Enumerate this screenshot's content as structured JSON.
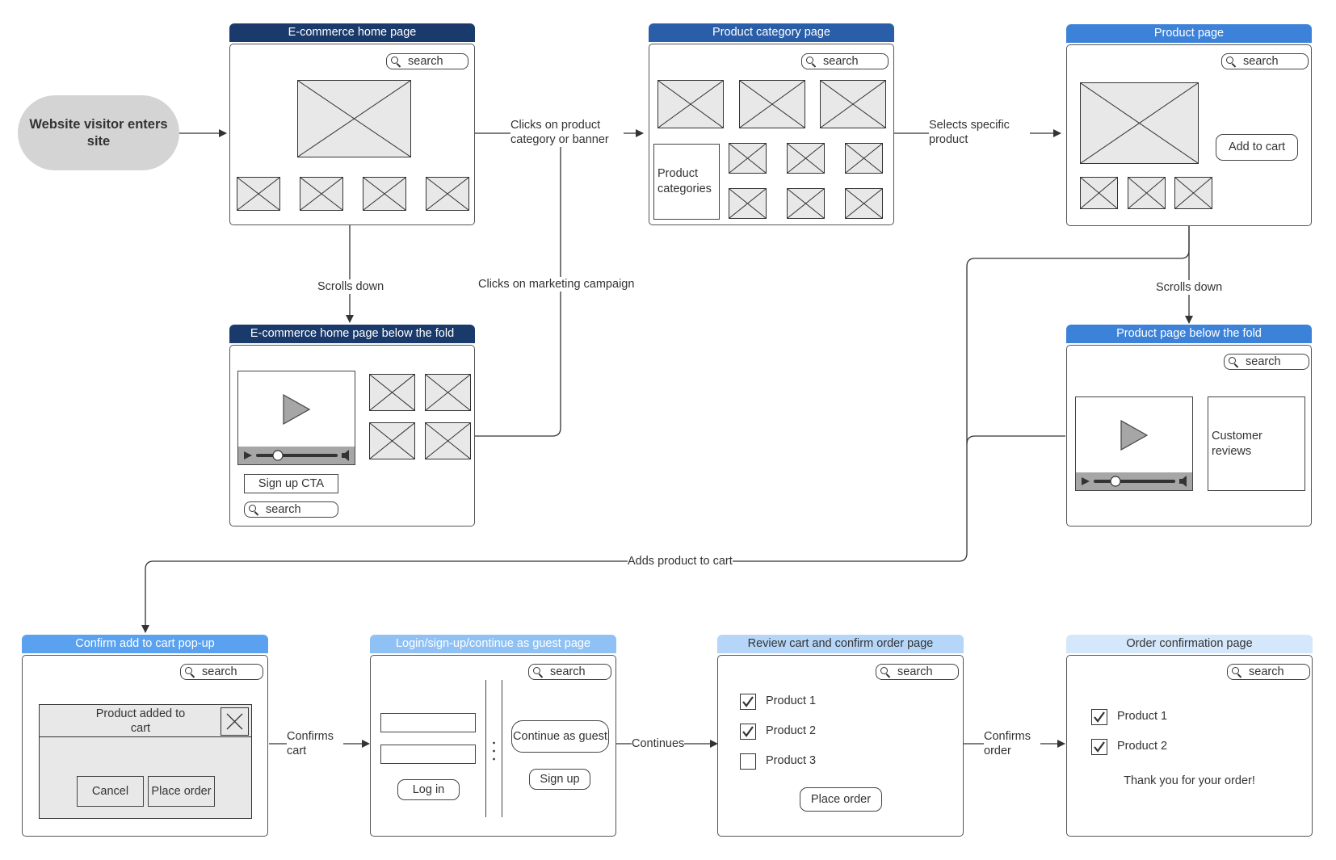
{
  "start": {
    "label": "Website visitor enters site"
  },
  "colors": {
    "navy": "#1a3a6b",
    "dark_blue": "#2a5ea8",
    "blue": "#3d82d9",
    "light_blue": "#5aa2f0",
    "lighter_blue": "#8fc1f5",
    "pale_blue": "#b5d6f8",
    "palest_blue": "#d5e7fb",
    "gray_box": "#e8e8e8",
    "start_gray": "#d4d4d4"
  },
  "pages": {
    "home": {
      "title": "E-commerce home page",
      "search": "search"
    },
    "category": {
      "title": "Product category page",
      "search": "search",
      "sidebar": "Product categories"
    },
    "product": {
      "title": "Product page",
      "search": "search",
      "add_to_cart": "Add to cart"
    },
    "home_fold": {
      "title": "E-commerce home page below the fold",
      "cta": "Sign up CTA",
      "search": "search"
    },
    "product_fold": {
      "title": "Product page below the fold",
      "search": "search",
      "reviews": "Customer reviews"
    },
    "confirm_popup": {
      "title": "Confirm add to cart pop-up",
      "search": "search",
      "popup_title": "Product added to cart",
      "cancel": "Cancel",
      "place_order": "Place order"
    },
    "login": {
      "title": "Login/sign-up/continue as guest page",
      "search": "search",
      "login": "Log in",
      "guest": "Continue as guest",
      "signup": "Sign up"
    },
    "review": {
      "title": "Review cart and confirm order page",
      "search": "search",
      "items": [
        "Product 1",
        "Product 2",
        "Product 3"
      ],
      "checked": [
        true,
        true,
        false
      ],
      "place_order": "Place order"
    },
    "confirmation": {
      "title": "Order confirmation page",
      "search": "search",
      "items": [
        "Product 1",
        "Product 2"
      ],
      "thanks": "Thank you for your order!"
    }
  },
  "edges": {
    "clicks_category": "Clicks on product category or banner",
    "selects_product": "Selects specific product",
    "scrolls_down_1": "Scrolls down",
    "clicks_campaign": "Clicks on marketing campaign",
    "scrolls_down_2": "Scrolls down",
    "adds_to_cart": "Adds product to cart",
    "confirms_cart": "Confirms cart",
    "continues": "Continues",
    "confirms_order": "Confirms order"
  }
}
